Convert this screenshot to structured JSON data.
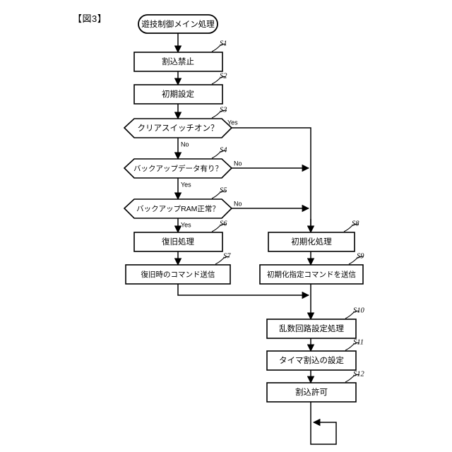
{
  "figure": {
    "label": "【図3】",
    "title": "遊技制御メイン処理"
  },
  "nodes": {
    "start": {
      "id": "",
      "text": "遊技制御メイン処理",
      "type": "terminator"
    },
    "s1": {
      "id": "S1",
      "text": "割込禁止",
      "type": "process"
    },
    "s2": {
      "id": "S2",
      "text": "初期設定",
      "type": "process"
    },
    "s3": {
      "id": "S3",
      "text": "クリアスイッチオン？",
      "type": "decision"
    },
    "s4": {
      "id": "S4",
      "text": "バックアップデータ有り？",
      "type": "decision"
    },
    "s5": {
      "id": "S5",
      "text": "バックアップRAM正常？",
      "type": "decision"
    },
    "s6": {
      "id": "S6",
      "text": "復旧処理",
      "type": "process"
    },
    "s7": {
      "id": "S7",
      "text": "復旧時のコマンド送信",
      "type": "process"
    },
    "s8": {
      "id": "S8",
      "text": "初期化処理",
      "type": "process"
    },
    "s9": {
      "id": "S9",
      "text": "初期化指定コマンドを送信",
      "type": "process"
    },
    "s10": {
      "id": "S10",
      "text": "乱数回路設定処理",
      "type": "process"
    },
    "s11": {
      "id": "S11",
      "text": "タイマ割込の設定",
      "type": "process"
    },
    "s12": {
      "id": "S12",
      "text": "割込許可",
      "type": "process"
    }
  },
  "branches": {
    "s3_yes": "Yes",
    "s3_no": "No",
    "s4_no": "No",
    "s4_yes": "Yes",
    "s5_no": "No",
    "s5_yes": "Yes"
  },
  "colors": {
    "stroke": "#000000",
    "fill": "#ffffff",
    "background": "#ffffff"
  }
}
